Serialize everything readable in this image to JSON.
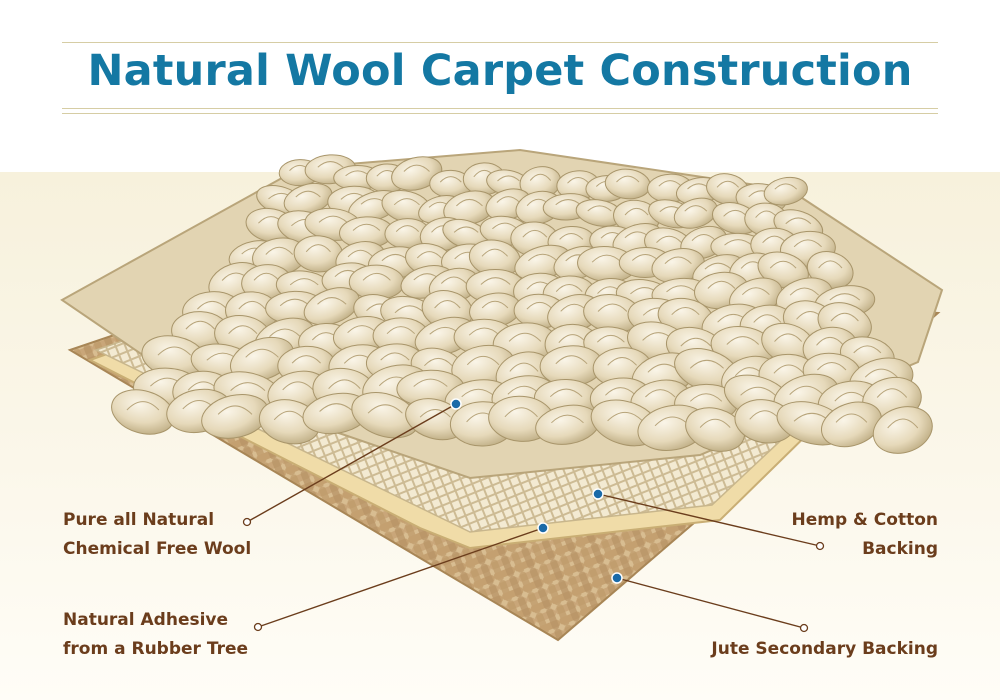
{
  "title": "Natural Wool Carpet Construction",
  "colors": {
    "title": "#1478a3",
    "label": "#6b3d1c",
    "callout_line": "#6b3d1c",
    "marker": "#1a6aa8",
    "wool": "#e7dcc0",
    "adhesive": "#f0dca8",
    "jute": "#c9a87a"
  },
  "callouts": [
    {
      "id": "wool",
      "lines": [
        "Pure all Natural",
        "Chemical Free Wool"
      ]
    },
    {
      "id": "adhesive",
      "lines": [
        "Natural Adhesive",
        "from a Rubber Tree"
      ]
    },
    {
      "id": "backing",
      "lines": [
        "Hemp & Cotton",
        "Backing"
      ]
    },
    {
      "id": "jute",
      "lines": [
        "Jute Secondary Backing"
      ]
    }
  ]
}
